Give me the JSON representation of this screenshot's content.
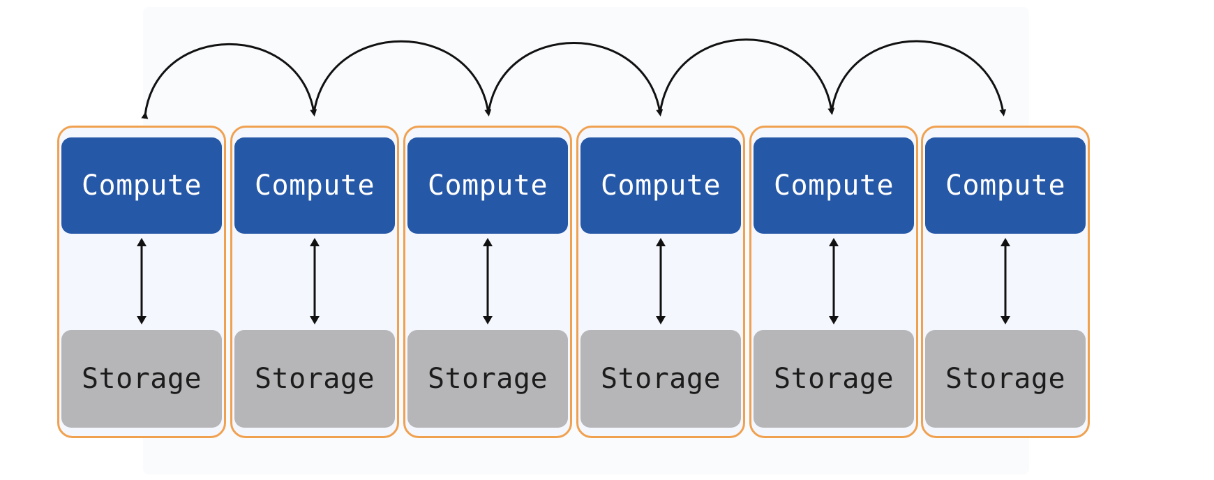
{
  "diagram": {
    "nodes": [
      {
        "compute_label": "Compute",
        "storage_label": "Storage"
      },
      {
        "compute_label": "Compute",
        "storage_label": "Storage"
      },
      {
        "compute_label": "Compute",
        "storage_label": "Storage"
      },
      {
        "compute_label": "Compute",
        "storage_label": "Storage"
      },
      {
        "compute_label": "Compute",
        "storage_label": "Storage"
      },
      {
        "compute_label": "Compute",
        "storage_label": "Storage"
      }
    ],
    "colors": {
      "compute_fill": "#2658a8",
      "storage_fill": "#b6b6b8",
      "node_border": "#f0a150",
      "arrow": "#111111"
    }
  }
}
